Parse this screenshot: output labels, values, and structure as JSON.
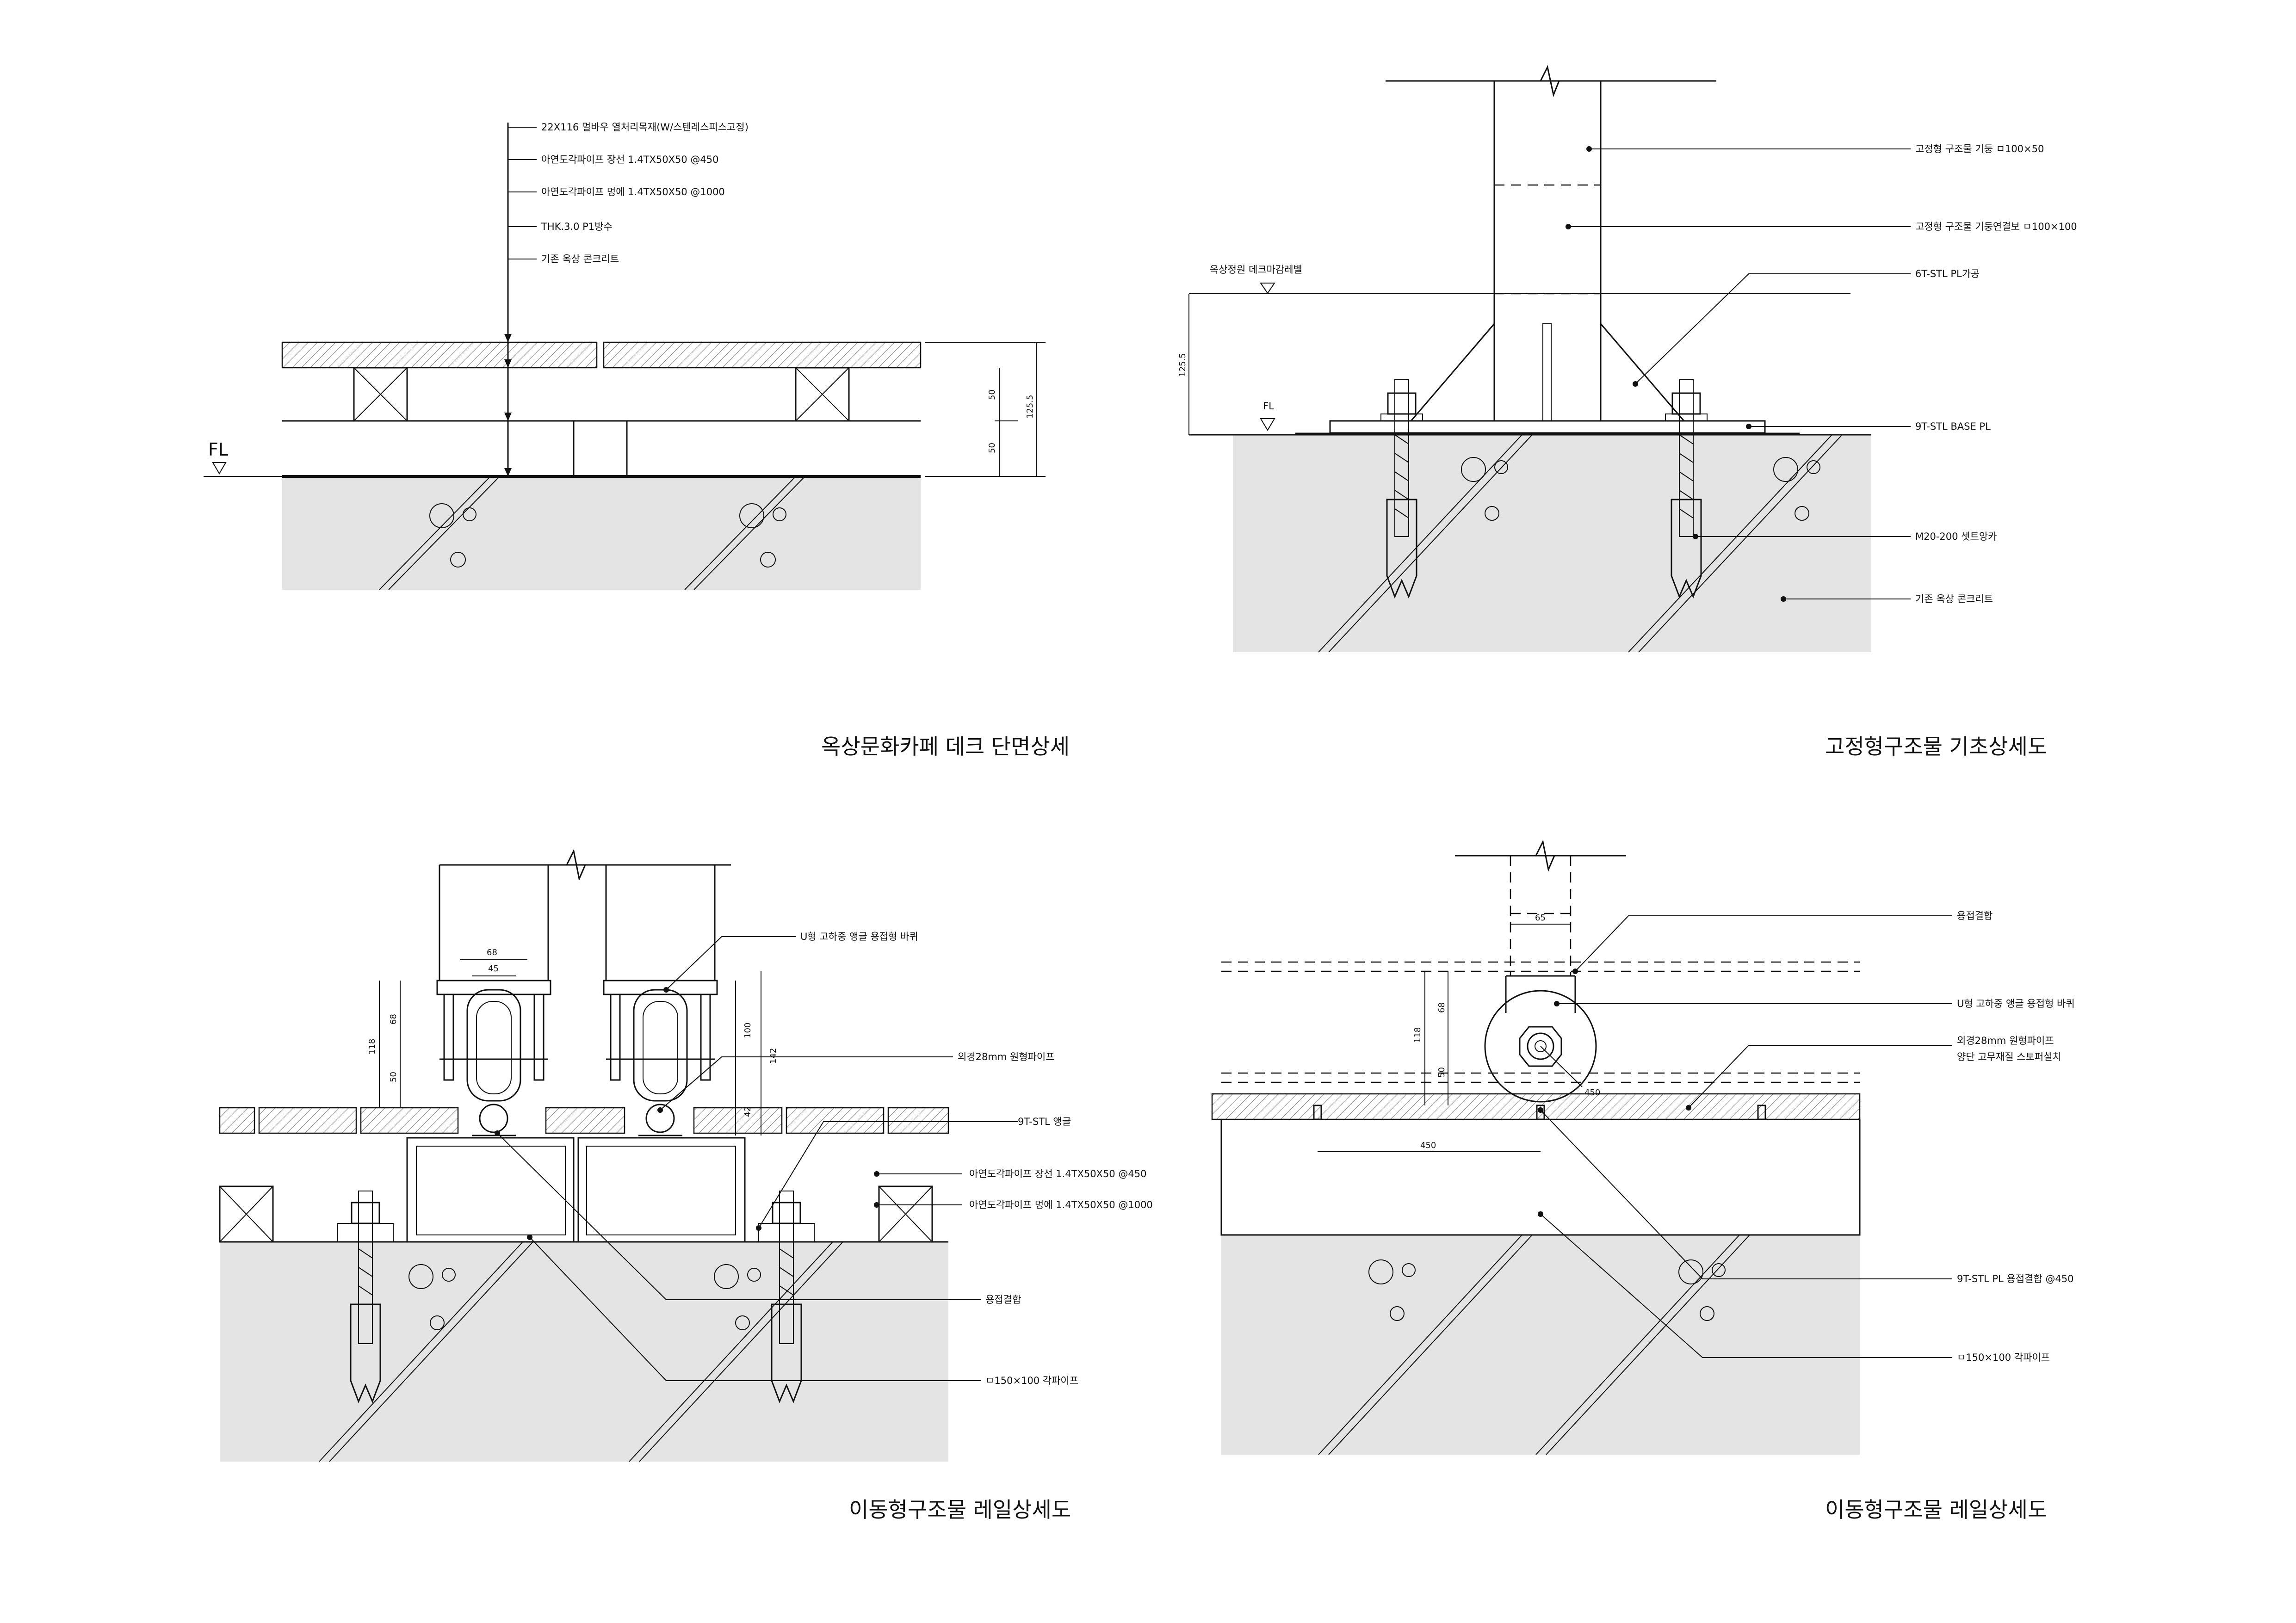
{
  "details": [
    {
      "title": "옥상문화카페 데크 단면상세",
      "fl_label": "FL",
      "labels": [
        "22X116 멀바우 열처리목재(W/스텐레스피스고정)",
        "아연도각파이프 장선 1.4TX50X50 @450",
        "아연도각파이프 멍에 1.4TX50X50 @1000",
        "THK.3.0 P1방수",
        "기존 옥상 콘크리트"
      ],
      "dims": [
        "50",
        "50",
        "125.5"
      ]
    },
    {
      "title": "고정형구조물 기초상세도",
      "level_label": "옥상정원 데크마감레벨",
      "fl_label": "FL",
      "labels": [
        "고정형 구조물 기둥 ㅁ100×50",
        "고정형 구조물 기둥연결보 ㅁ100×100",
        "6T-STL PL가공",
        "9T-STL BASE PL",
        "M20-200 셋트앙카",
        "기존 옥상 콘크리트"
      ],
      "dims": [
        "125.5"
      ]
    },
    {
      "title": "이동형구조물 레일상세도",
      "labels": [
        "U형 고하중 앵글 용접형 바퀴",
        "외경28mm 원형파이프",
        "9T-STL 앵글",
        "아연도각파이프 장선 1.4TX50X50 @450",
        "아연도각파이프 멍에 1.4TX50X50 @1000",
        "용접결합",
        "ㅁ150×100 각파이프"
      ],
      "dims": [
        "68",
        "45",
        "118",
        "68",
        "50",
        "100",
        "142",
        "42"
      ]
    },
    {
      "title": "이동형구조물 레일상세도",
      "labels": [
        "용접결합",
        "U형 고하중 앵글 용접형 바퀴",
        "외경28mm 원형파이프",
        "양단 고무재질 스토퍼설치",
        "9T-STL PL 용접결합 @450",
        "ㅁ150×100 각파이프"
      ],
      "dims": [
        "65",
        "118",
        "68",
        "50",
        "450",
        "450"
      ]
    }
  ],
  "colors": {
    "concrete": "#e4e4e4",
    "line": "#111111"
  }
}
